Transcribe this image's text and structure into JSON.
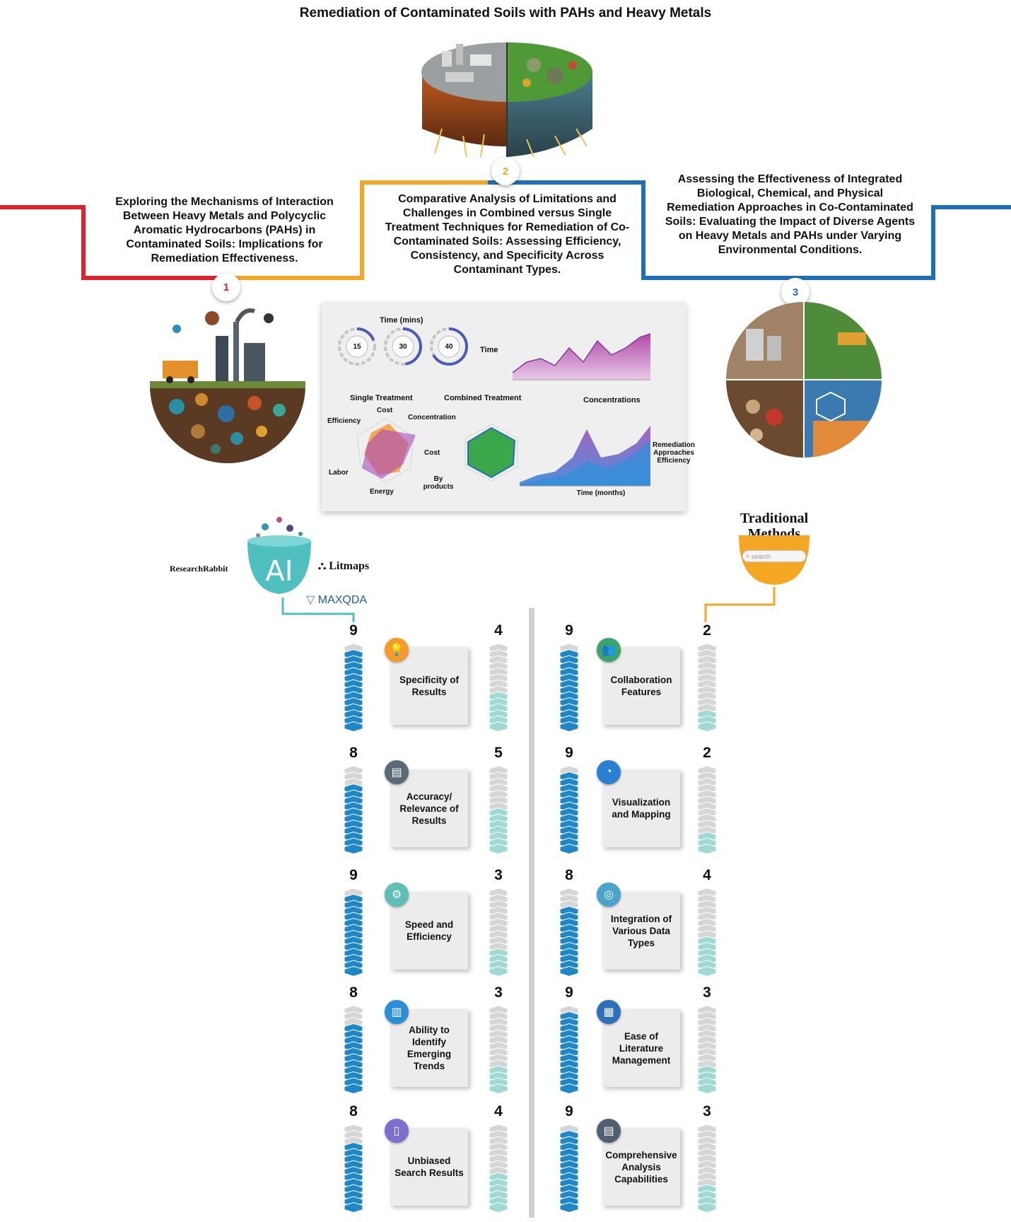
{
  "title": "Remediation of Contaminated Soils with PAHs and Heavy Metals",
  "topics": [
    {
      "number": "1",
      "color": "#e0202a",
      "text": "Exploring the Mechanisms of Interaction Between Heavy Metals and Polycyclic Aromatic Hydrocarbons (PAHs) in Contaminated Soils: Implications for Remediation Effectiveness."
    },
    {
      "number": "2",
      "color": "#f5a623",
      "text": "Comparative Analysis of Limitations and Challenges in Combined versus Single Treatment Techniques for Remediation of Co-Contaminated Soils: Assessing Efficiency, Consistency, and Specificity Across Contaminant Types."
    },
    {
      "number": "3",
      "color": "#1f6fb8",
      "text": "Assessing the Effectiveness of Integrated Biological, Chemical, and Physical Remediation Approaches in Co-Contaminated Soils: Evaluating the Impact of Diverse Agents on Heavy Metals and PAHs under Varying Environmental Conditions."
    }
  ],
  "dashboard": {
    "time_label": "Time (mins)",
    "dials": [
      "15",
      "30",
      "40"
    ],
    "single_treatment": "Single Treatment",
    "combined_treatment": "Combined Treatment",
    "time_axis_label": "Time",
    "concentrations_label": "Concentrations",
    "radar_labels": {
      "cost_top": "Cost",
      "efficiency": "Efficiency",
      "concentration": "Concentration",
      "cost_right": "Cost",
      "labor": "Labor",
      "energy": "Energy",
      "byproducts": "By products"
    },
    "remediation_label": "Remediation Approaches Efficiency",
    "time_months": "Time (months)"
  },
  "ai_tools": {
    "center": "AI",
    "research_rabbit": "ResearchRabbit",
    "litmaps": "Litmaps",
    "maxqda": "MAXQDA"
  },
  "traditional": {
    "line1": "Traditional",
    "line2": "Methods",
    "search_placeholder": "search"
  },
  "colors": {
    "ai_bar": "#1f86c8",
    "trad_bar": "#9fd9d4",
    "bar_gray": "#d6d6d6",
    "ai_teal": "#4fbfbf",
    "trad_orange": "#f5a623"
  },
  "criteria": [
    {
      "label": "Specificity of Results",
      "ai": 9,
      "trad": 4,
      "icon": "lightbulb-icon",
      "icon_color": "#f39c2b"
    },
    {
      "label": "Accuracy/ Relevance of Results",
      "ai": 8,
      "trad": 5,
      "icon": "document-icon",
      "icon_color": "#5a6b78"
    },
    {
      "label": "Speed and Efficiency",
      "ai": 9,
      "trad": 3,
      "icon": "gears-icon",
      "icon_color": "#5fbfb6"
    },
    {
      "label": "Ability to Identify Emerging Trends",
      "ai": 8,
      "trad": 3,
      "icon": "bar-chart-icon",
      "icon_color": "#2a8fd6"
    },
    {
      "label": "Unbiased Search Results",
      "ai": 8,
      "trad": 4,
      "icon": "tablet-icon",
      "icon_color": "#7b6fd0"
    },
    {
      "label": "Collaboration Features",
      "ai": 9,
      "trad": 2,
      "icon": "people-icon",
      "icon_color": "#3aa56a"
    },
    {
      "label": "Visualization and Mapping",
      "ai": 9,
      "trad": 2,
      "icon": "pie-chart-icon",
      "icon_color": "#2a7fd0"
    },
    {
      "label": "Integration of Various Data Types",
      "ai": 8,
      "trad": 4,
      "icon": "spiral-icon",
      "icon_color": "#4aa3c9"
    },
    {
      "label": "Ease of Literature Management",
      "ai": 9,
      "trad": 3,
      "icon": "server-icon",
      "icon_color": "#2d6fb8"
    },
    {
      "label": "Comprehensive Analysis Capabilities",
      "ai": 9,
      "trad": 3,
      "icon": "report-icon",
      "icon_color": "#516070"
    }
  ]
}
